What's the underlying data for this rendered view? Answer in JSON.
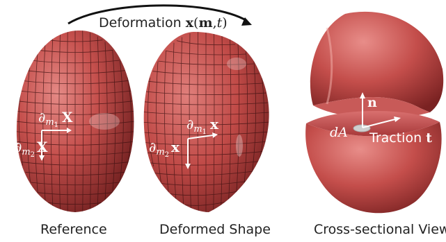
{
  "deformation_label": {
    "prefix": "Deformation ",
    "func": "x",
    "args_open": "(",
    "arg1": "m",
    "sep": ",",
    "arg2": "t",
    "args_close": ")"
  },
  "reference": {
    "caption": "Reference",
    "basis1": {
      "partial": "∂",
      "sub_m": "m",
      "sub_idx": "1",
      "vec": "X"
    },
    "basis2": {
      "partial": "∂",
      "sub_m": "m",
      "sub_idx": "2",
      "vec": "X"
    }
  },
  "deformed": {
    "caption": "Deformed Shape",
    "basis1": {
      "partial": "∂",
      "sub_m": "m",
      "sub_idx": "1",
      "vec": "x"
    },
    "basis2": {
      "partial": "∂",
      "sub_m": "m",
      "sub_idx": "2",
      "vec": "x"
    }
  },
  "cross_section": {
    "caption": "Cross-sectional View",
    "normal": "n",
    "area": "dA",
    "traction_word": "Traction",
    "traction_vec": "t"
  },
  "colors": {
    "surface_light": "#d9706f",
    "surface_mid": "#b8403f",
    "surface_dark": "#6e1e1e",
    "grid_line": "#3a1010",
    "arrow": "#ffffff",
    "text": "#222222"
  }
}
